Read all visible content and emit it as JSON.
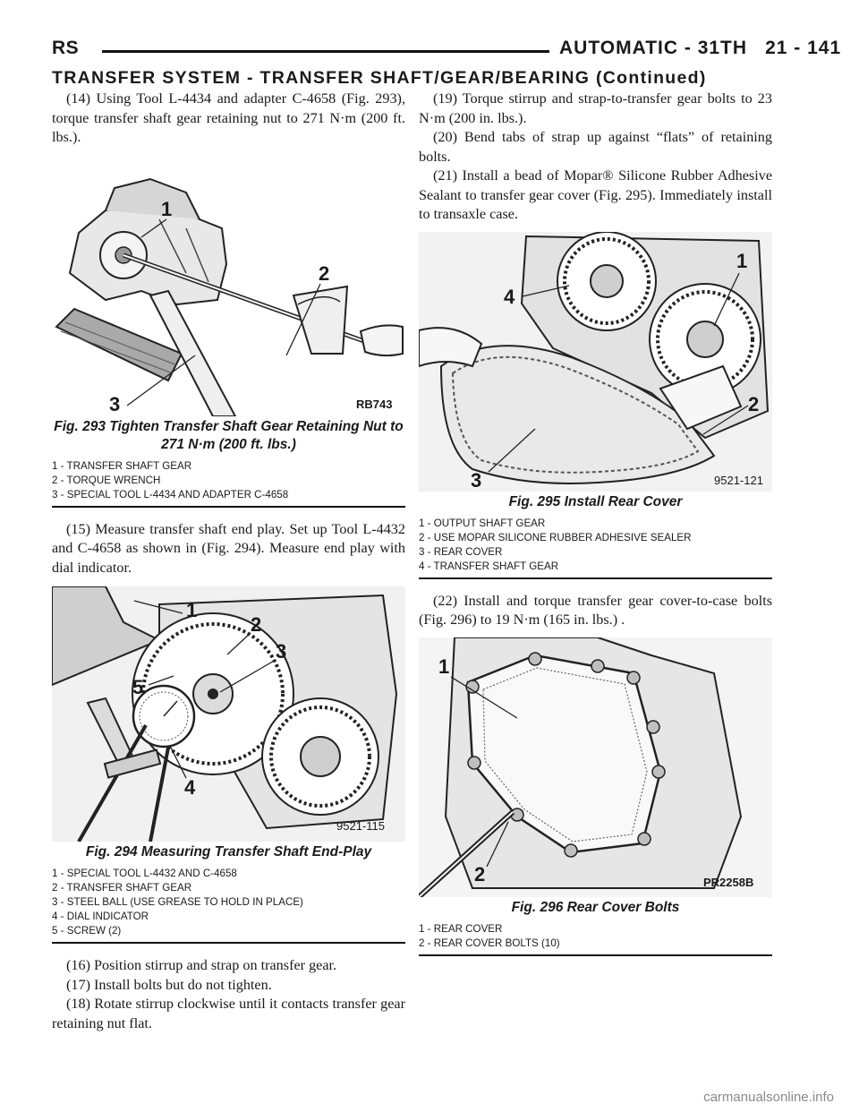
{
  "header": {
    "left": "RS",
    "right_title": "AUTOMATIC - 31TH",
    "page_number": "21 - 141",
    "section_title": "TRANSFER SYSTEM - TRANSFER SHAFT/GEAR/BEARING (Continued)"
  },
  "left_column": {
    "step14": "(14) Using Tool L-4434 and adapter C-4658 (Fig. 293), torque transfer shaft gear retaining nut to 271 N·m (200 ft. lbs.).",
    "fig293": {
      "callouts": [
        "1",
        "2",
        "3"
      ],
      "art_code": "RB743",
      "caption": "Fig. 293 Tighten Transfer Shaft Gear Retaining Nut to 271 N·m (200 ft. lbs.)",
      "legend": [
        "1 - TRANSFER SHAFT GEAR",
        "2 - TORQUE WRENCH",
        "3 - SPECIAL TOOL L-4434 AND ADAPTER C-4658"
      ]
    },
    "step15": "(15) Measure transfer shaft end play. Set up Tool L-4432 and C-4658 as shown in (Fig. 294). Measure end play with dial indicator.",
    "fig294": {
      "callouts": [
        "1",
        "2",
        "3",
        "4",
        "5"
      ],
      "art_code": "9521-115",
      "caption": "Fig. 294 Measuring Transfer Shaft End-Play",
      "legend": [
        "1 - SPECIAL TOOL L-4432 AND C-4658",
        "2 - TRANSFER SHAFT GEAR",
        "3 - STEEL BALL (USE GREASE TO HOLD IN PLACE)",
        "4 - DIAL INDICATOR",
        "5 - SCREW (2)"
      ]
    },
    "step16": "(16) Position stirrup and strap on transfer gear.",
    "step17": "(17) Install bolts but do not tighten.",
    "step18": "(18) Rotate stirrup clockwise until it contacts transfer gear retaining nut flat."
  },
  "right_column": {
    "step19": "(19) Torque stirrup and strap-to-transfer gear bolts to 23 N·m (200 in. lbs.).",
    "step20": "(20) Bend tabs of strap up against “flats” of retaining bolts.",
    "step21": "(21) Install a bead of Mopar® Silicone Rubber Adhesive Sealant to transfer gear cover (Fig. 295). Immediately install to transaxle case.",
    "fig295": {
      "callouts": [
        "1",
        "2",
        "3",
        "4"
      ],
      "art_code": "9521-121",
      "caption": "Fig. 295 Install Rear Cover",
      "legend": [
        "1 - OUTPUT SHAFT GEAR",
        "2 - USE MOPAR SILICONE RUBBER ADHESIVE SEALER",
        "3 - REAR COVER",
        "4 - TRANSFER SHAFT GEAR"
      ]
    },
    "step22": "(22) Install and torque transfer gear cover-to-case bolts (Fig. 296) to 19 N·m (165 in. lbs.) .",
    "fig296": {
      "callouts": [
        "1",
        "2"
      ],
      "art_code": "PR2258B",
      "caption": "Fig. 296 Rear Cover Bolts",
      "legend": [
        "1 - REAR COVER",
        "2 - REAR COVER BOLTS (10)"
      ]
    }
  },
  "watermark": "carmanualsonline.info"
}
